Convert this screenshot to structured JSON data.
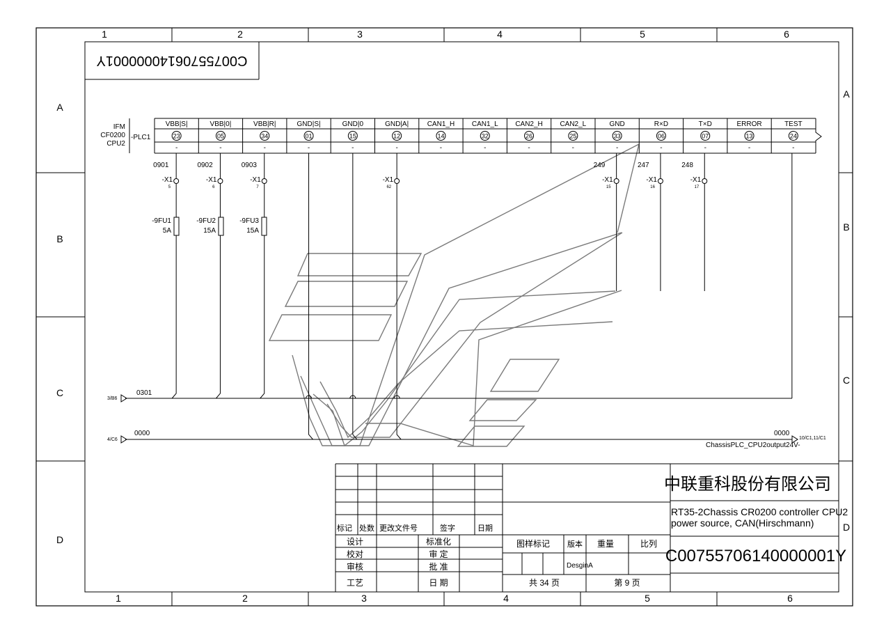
{
  "border": {
    "columns": [
      "1",
      "2",
      "3",
      "4",
      "5",
      "6"
    ],
    "rows": [
      "A",
      "B",
      "C",
      "D"
    ]
  },
  "drawing_number_mirrored": "C00755706140000001Y",
  "plc": {
    "maker": "IFM",
    "model": "CF0200",
    "cpu": "CPU2",
    "tag": "-PLC1",
    "pins": [
      {
        "name": "VBB|S|",
        "num": "23",
        "sub": "-"
      },
      {
        "name": "VBB|0|",
        "num": "05",
        "sub": "-"
      },
      {
        "name": "VBB|R|",
        "num": "34",
        "sub": "-"
      },
      {
        "name": "GND|S|",
        "num": "01",
        "sub": "-"
      },
      {
        "name": "GND|0",
        "num": "15",
        "sub": "-"
      },
      {
        "name": "GND|A|",
        "num": "12",
        "sub": "-"
      },
      {
        "name": "CAN1_H",
        "num": "14",
        "sub": "-"
      },
      {
        "name": "CAN1_L",
        "num": "32",
        "sub": "-"
      },
      {
        "name": "CAN2_H",
        "num": "26",
        "sub": "-"
      },
      {
        "name": "CAN2_L",
        "num": "25",
        "sub": "-"
      },
      {
        "name": "GND",
        "num": "33",
        "sub": "-"
      },
      {
        "name": "R×D",
        "num": "06",
        "sub": "-"
      },
      {
        "name": "T×D",
        "num": "07",
        "sub": "-"
      },
      {
        "name": "ERROR",
        "num": "13",
        "sub": "-"
      },
      {
        "name": "TEST",
        "num": "24",
        "sub": "-"
      }
    ]
  },
  "wires": [
    {
      "num": "0901",
      "term": "-X1",
      "pin": "5"
    },
    {
      "num": "0902",
      "term": "-X1",
      "pin": "6"
    },
    {
      "num": "0903",
      "term": "-X1",
      "pin": "7"
    },
    {
      "num": "",
      "term": "-X1",
      "pin": "62"
    },
    {
      "num": "249",
      "term": "-X1",
      "pin": "15"
    },
    {
      "num": "247",
      "term": "-X1",
      "pin": "16"
    },
    {
      "num": "248",
      "term": "-X1",
      "pin": "17"
    }
  ],
  "fuses": [
    {
      "tag": "-9FU1",
      "rating": "5A"
    },
    {
      "tag": "-9FU2",
      "rating": "15A"
    },
    {
      "tag": "-9FU3",
      "rating": "15A"
    }
  ],
  "buses": {
    "b1_ref": "3/B6",
    "b1_num": "0301",
    "b2_ref": "4/C6",
    "b2_num": "0000",
    "b2_right_num": "0000",
    "b2_right_ref": "10/C1,11/C1",
    "b2_caption": "ChassisPLC_CPU2output24V-"
  },
  "title_block": {
    "company": "中联重科股份有限公司",
    "title_line1": "RT35-2Chassis CR0200 controller CPU2",
    "title_line2": "power source, CAN(Hirschmann)",
    "drawing_number": "C00755706140000001Y",
    "rev_headers": [
      "标记",
      "处数",
      "更改文件号",
      "签字",
      "日期"
    ],
    "roles_left": [
      "设计",
      "校对",
      "审核",
      "工艺"
    ],
    "roles_right": [
      "标准化",
      "审 定",
      "批 准",
      "日 期"
    ],
    "attr_headers": [
      "图样标记",
      "版本",
      "重量",
      "比列"
    ],
    "version": "DesginA",
    "total_pages": "共 34 页",
    "page": "第 9 页"
  },
  "colors": {
    "ink": "#000000",
    "watermark": "#7a7a7a",
    "paper": "#ffffff"
  }
}
